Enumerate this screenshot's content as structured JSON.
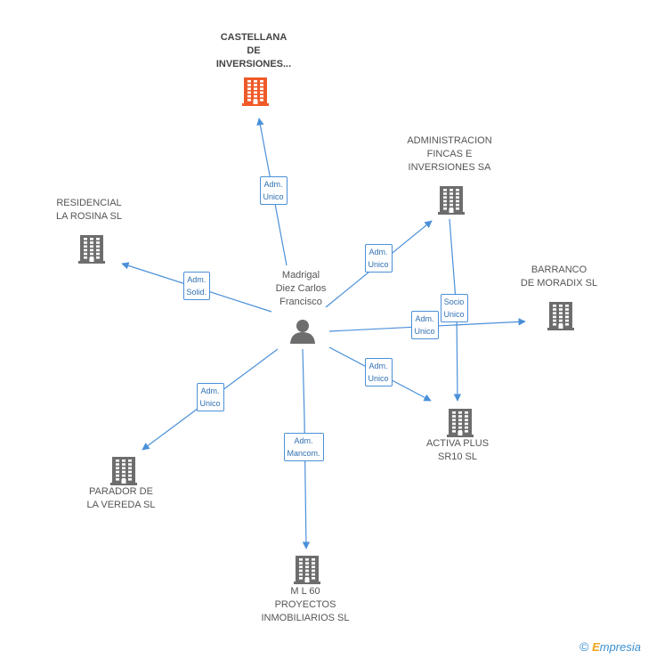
{
  "person": {
    "lines": [
      "Madrigal",
      "Diez Carlos",
      "Francisco"
    ]
  },
  "companies": [
    {
      "id": "castellana",
      "lines": [
        "CASTELLANA",
        "DE",
        "INVERSIONES..."
      ],
      "highlight": true,
      "color": "#f05a28"
    },
    {
      "id": "administracion",
      "lines": [
        "ADMINISTRACION",
        "FINCAS E",
        "INVERSIONES SA"
      ],
      "highlight": false,
      "color": "#6d6d6d"
    },
    {
      "id": "residencial",
      "lines": [
        "RESIDENCIAL",
        "LA ROSINA  SL"
      ],
      "highlight": false,
      "color": "#6d6d6d"
    },
    {
      "id": "barranco",
      "lines": [
        "BARRANCO",
        "DE MORADIX  SL"
      ],
      "highlight": false,
      "color": "#6d6d6d"
    },
    {
      "id": "activa",
      "lines": [
        "ACTIVA PLUS",
        "SR10 SL"
      ],
      "highlight": false,
      "color": "#6d6d6d"
    },
    {
      "id": "parador",
      "lines": [
        "PARADOR DE",
        "LA VEREDA SL"
      ],
      "highlight": false,
      "color": "#6d6d6d"
    },
    {
      "id": "ml60",
      "lines": [
        "M L 60",
        "PROYECTOS",
        "INMOBILIARIOS SL"
      ],
      "highlight": false,
      "color": "#6d6d6d"
    }
  ],
  "relations": [
    {
      "id": "r-castellana",
      "from": "person",
      "to": "castellana",
      "lines": [
        "Adm.",
        "Unico"
      ]
    },
    {
      "id": "r-administracion",
      "from": "person",
      "to": "administracion",
      "lines": [
        "Adm.",
        "Unico"
      ]
    },
    {
      "id": "r-residencial",
      "from": "person",
      "to": "residencial",
      "lines": [
        "Adm.",
        "Solid."
      ]
    },
    {
      "id": "r-barranco",
      "from": "person",
      "to": "barranco",
      "lines": [
        "Adm.",
        "Unico"
      ]
    },
    {
      "id": "r-activa",
      "from": "person",
      "to": "activa",
      "lines": [
        "Adm.",
        "Unico"
      ]
    },
    {
      "id": "r-parador",
      "from": "person",
      "to": "parador",
      "lines": [
        "Adm.",
        "Unico"
      ]
    },
    {
      "id": "r-ml60",
      "from": "person",
      "to": "ml60",
      "lines": [
        "Adm.",
        "Mancom."
      ]
    },
    {
      "id": "r-admin-activa",
      "from": "administracion",
      "to": "activa",
      "lines": [
        "Socio",
        "Unico"
      ]
    }
  ],
  "colors": {
    "edge": "#4a90d9",
    "person": "#6d6d6d"
  },
  "copyright": {
    "symbol": "©",
    "brand_first": "E",
    "brand_rest": "mpresia"
  }
}
